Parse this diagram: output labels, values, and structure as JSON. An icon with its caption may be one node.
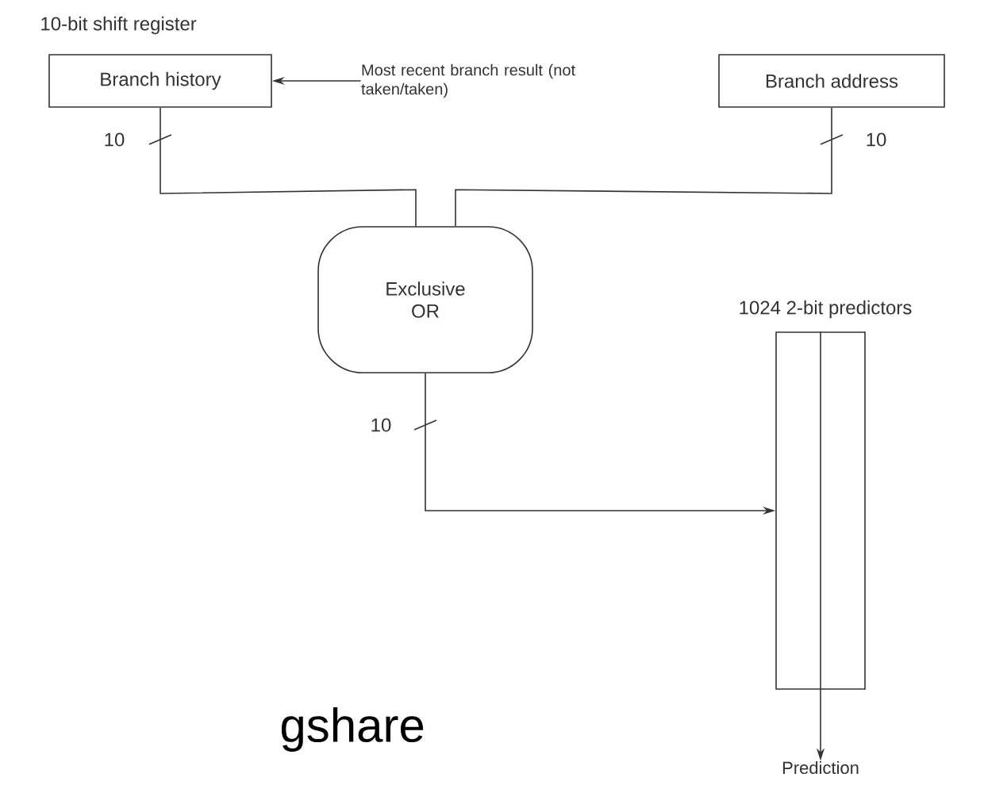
{
  "diagram": {
    "nodes": [
      {
        "text": [
          "10-bit shift register",
          "Branch history"
        ]
      },
      {
        "text": [
          "Most recent branch result (not taken/taken)"
        ]
      },
      {
        "text": [
          "Branch address"
        ]
      },
      {
        "text": [
          "Exclusive OR"
        ]
      },
      {
        "text": [
          "1024 2-bit predictors"
        ]
      },
      {
        "text": [
          "Prediction"
        ]
      }
    ],
    "edges": [
      {
        "from": 1,
        "to": 0,
        "arrow": "to"
      },
      {
        "from": 0,
        "to": 3,
        "arrow": "none"
      },
      {
        "from": 2,
        "to": 3,
        "arrow": "none"
      },
      {
        "from": 3,
        "to": 4,
        "arrow": "to"
      },
      {
        "from": 4,
        "to": 5,
        "arrow": "to"
      }
    ],
    "labels": [
      "10",
      "10",
      "10",
      "gshare"
    ]
  }
}
